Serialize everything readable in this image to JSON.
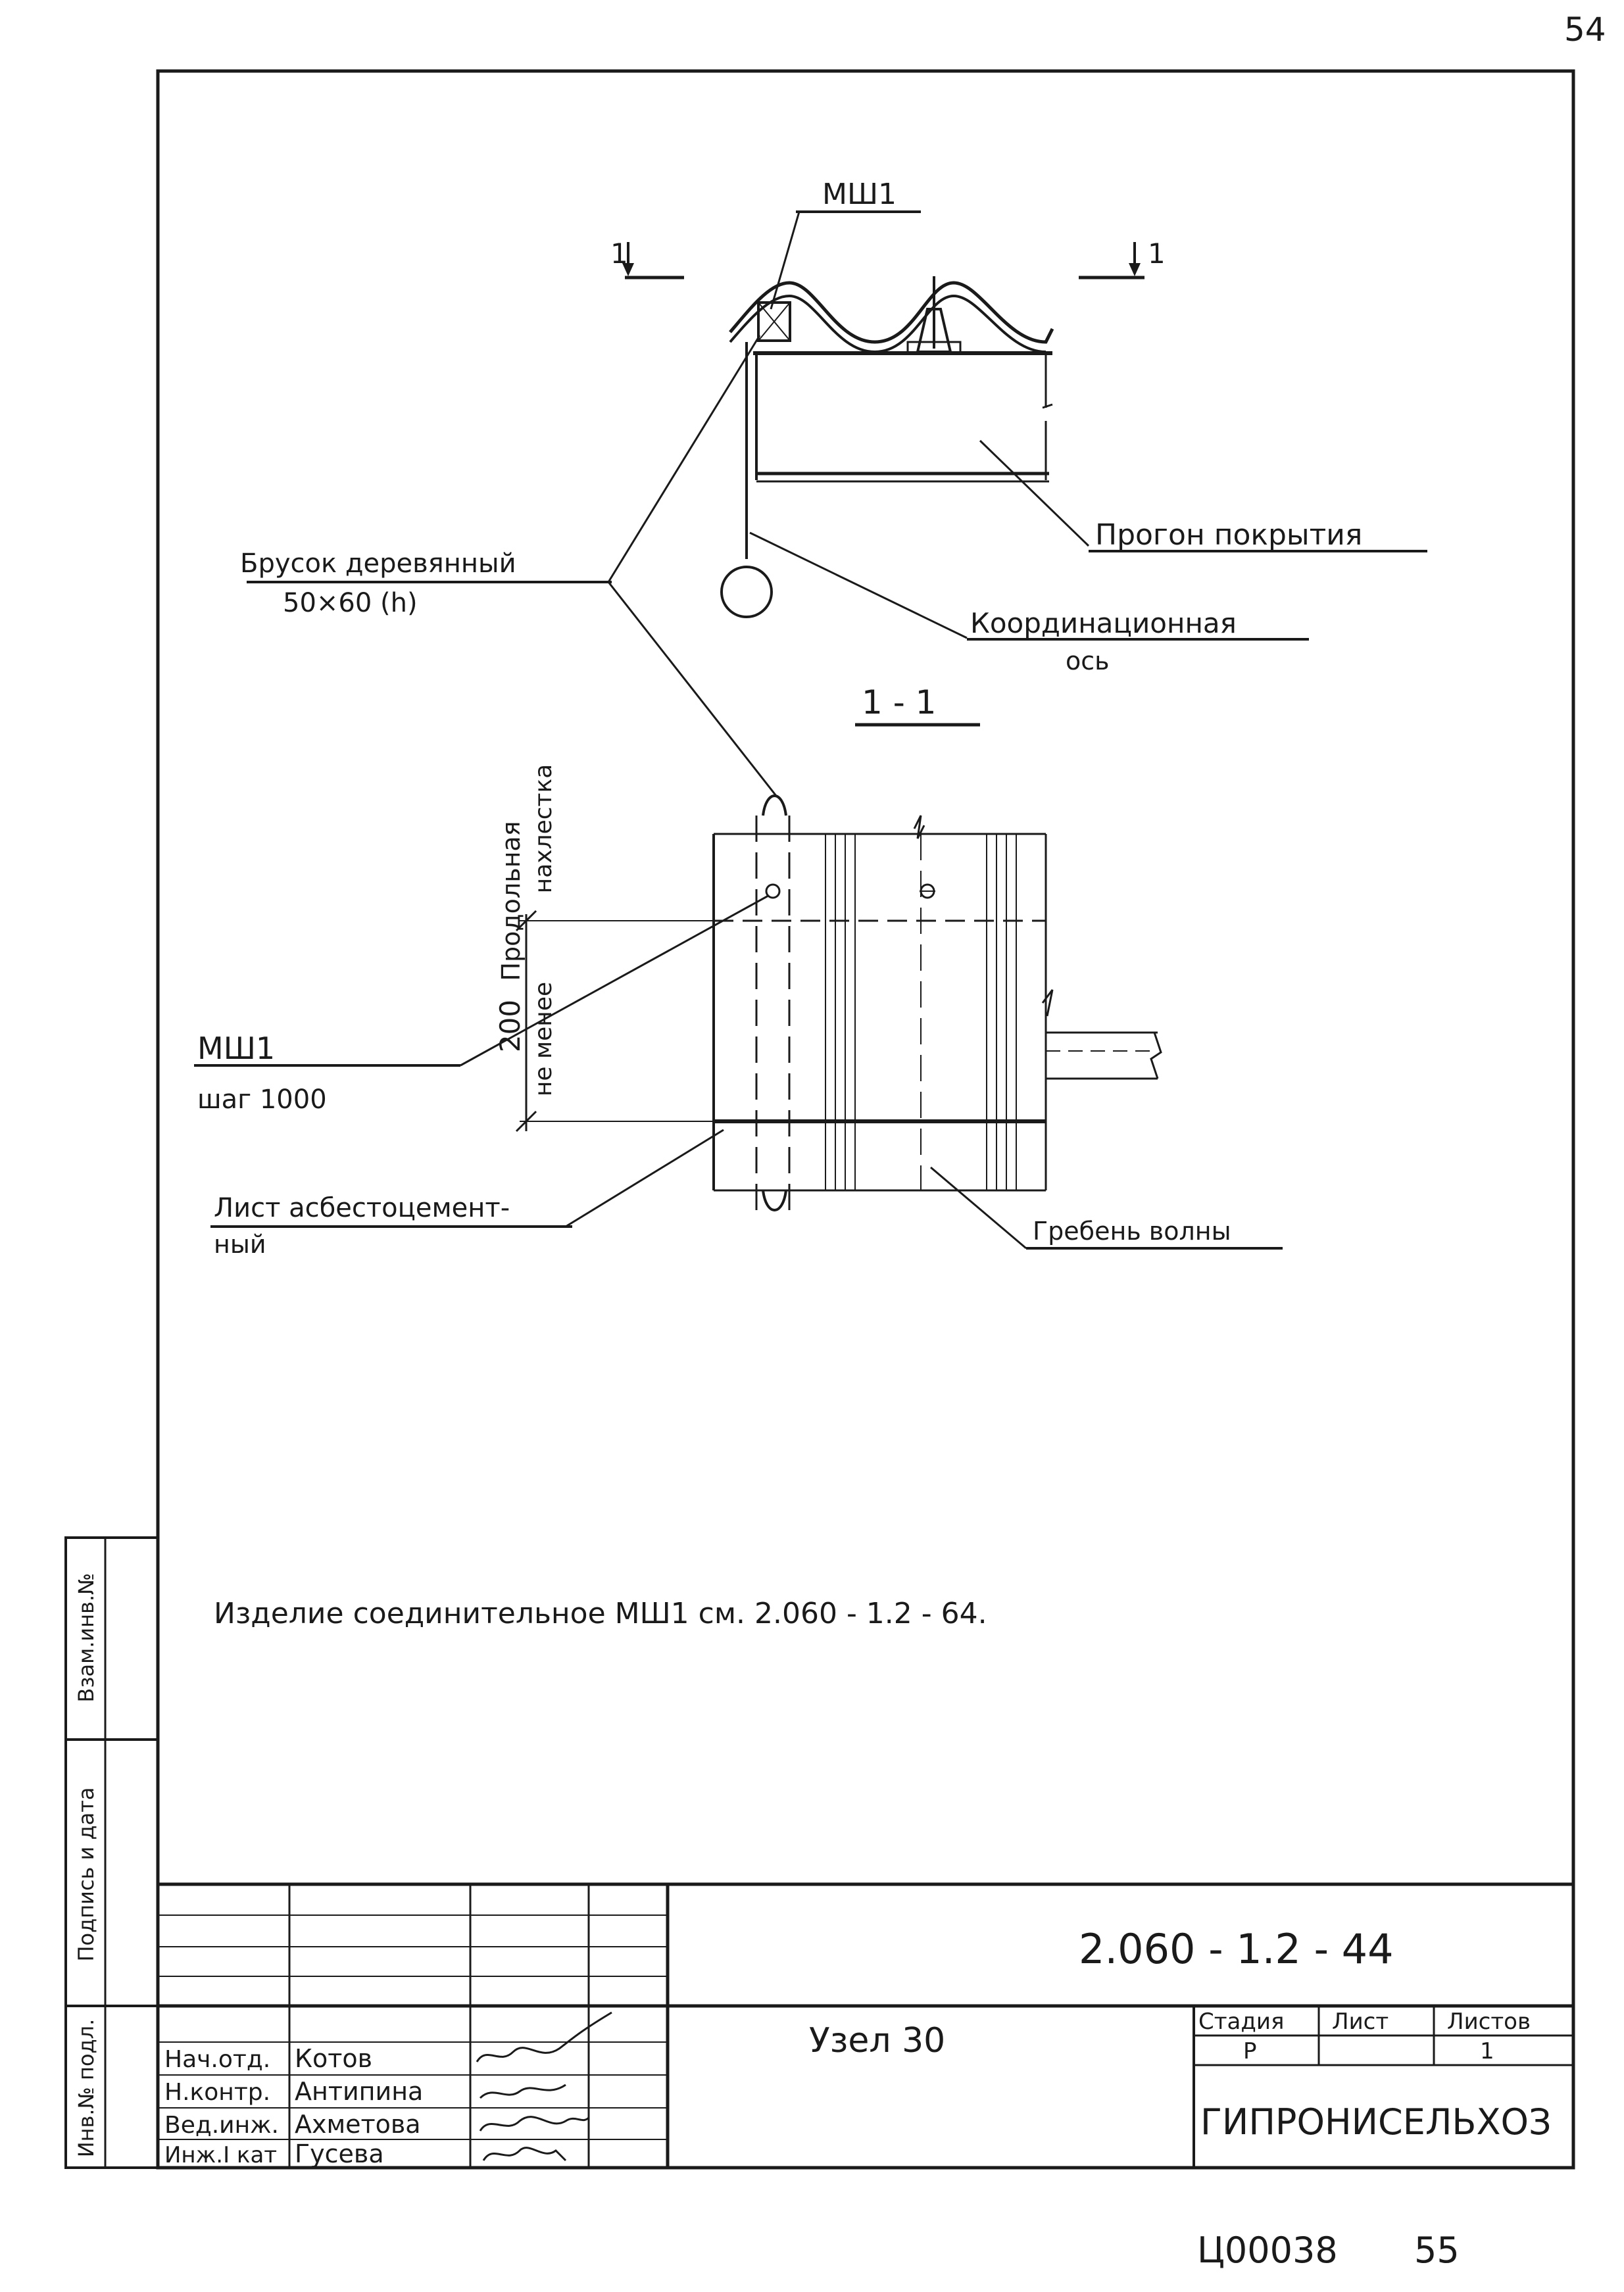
{
  "page_number": "54",
  "footer": {
    "code": "Ц00038",
    "number": "55"
  },
  "drawing": {
    "section_mark_left": "1",
    "section_mark_right": "1",
    "section_title": "1 - 1",
    "labels": {
      "msh_top": "МШ1",
      "purlin": "Прогон покрытия",
      "bar_line1": "Брусок деревянный",
      "bar_line2": "50×60 (h)",
      "axis_line1": "Координационная",
      "axis_line2": "ось",
      "overlap_line1": "Продольная",
      "overlap_line2": "нахлестка",
      "dim_200": "200",
      "not_less": "не менее",
      "msh_left": "МШ1",
      "step": "шаг 1000",
      "sheet_line1": "Лист асбестоцемент-",
      "sheet_line2": "ный",
      "crest": "Гребень волны"
    },
    "note": "Изделие соединительное МШ1 см. 2.060 - 1.2 - 64."
  },
  "side_stamp": {
    "col1": "Инв.№ подл.",
    "col2": "Подпись и дата",
    "col3": "Взам.инв.№"
  },
  "title_block": {
    "doc_code": "2.060 - 1.2 - 44",
    "title": "Узел 30",
    "stage_header": "Стадия",
    "sheet_header": "Лист",
    "sheets_header": "Листов",
    "stage": "Р",
    "sheets": "1",
    "organization": "ГИПРОНИСЕЛЬХОЗ",
    "people": [
      {
        "role": "Нач.отд.",
        "name": "Котов"
      },
      {
        "role": "Н.контр.",
        "name": "Антипина"
      },
      {
        "role": "Вед.инж.",
        "name": "Ахметова"
      },
      {
        "role": "Инж.I кат",
        "name": "Гусева"
      }
    ]
  }
}
